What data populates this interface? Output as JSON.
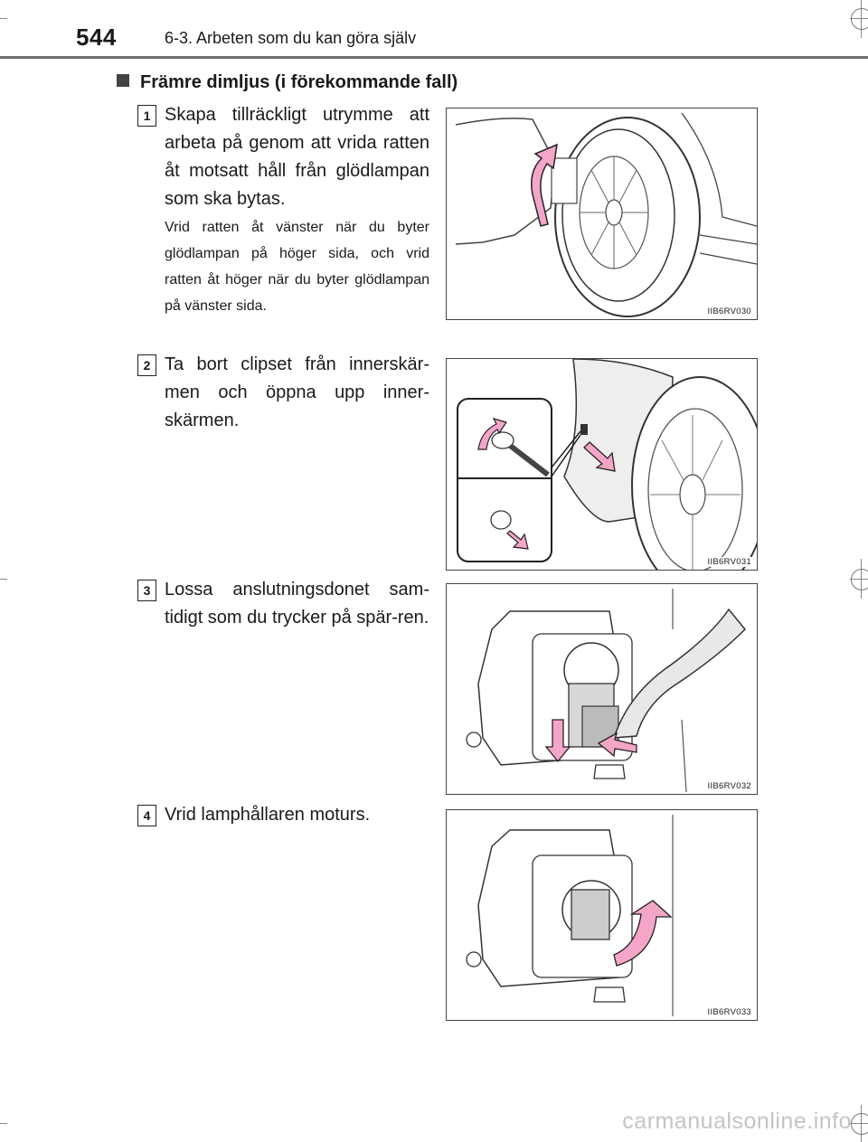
{
  "page": {
    "number": "544",
    "section": "6-3. Arbeten som du kan göra själv",
    "heading": "Främre dimljus (i förekommande fall)"
  },
  "steps": [
    {
      "number": "1",
      "text": "Skapa tillräckligt utrymme att arbeta på genom att vrida ratten åt motsatt håll från glödlampan som ska bytas.",
      "note": "Vrid ratten åt vänster när du byter glödlampan på höger sida, och vrid ratten åt höger när du byter glödlampan på vänster sida.",
      "figure_code": "IIB6RV030"
    },
    {
      "number": "2",
      "text": "Ta bort clipset från innerskär-men och öppna upp inner-skärmen.",
      "figure_code": "IIB6RV031"
    },
    {
      "number": "3",
      "text": "Lossa anslutningsdonet sam-tidigt som du trycker på spär-ren.",
      "figure_code": "IIB6RV032"
    },
    {
      "number": "4",
      "text": "Vrid lamphållaren moturs.",
      "figure_code": "IIB6RV033"
    }
  ],
  "watermark": "carmanualsonline.info",
  "colors": {
    "arrow": "#f4a5c8",
    "rule": "#6d6d6d"
  }
}
